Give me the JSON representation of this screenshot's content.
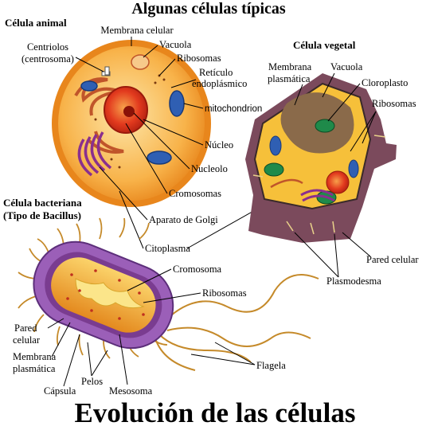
{
  "title": "Algunas células típicas",
  "bottom_title": "Evolución de las células",
  "animal": {
    "heading": "Célula animal",
    "centriolos": [
      "Centriolos",
      "(centrosoma)"
    ],
    "membrana": "Membrana celular",
    "vacuola": "Vacuola",
    "ribosomas": "Ribosomas",
    "reticulo": [
      "Retículo",
      "endoplásmico"
    ],
    "mitochondrion": "mitochondrion",
    "nucleo": "Núcleo",
    "nucleolo": "Nucleolo",
    "cromosomas": "Cromosomas",
    "golgi": "Aparato de Golgi",
    "citoplasma": "Citoplasma"
  },
  "vegetal": {
    "heading": "Célula vegetal",
    "membrana": [
      "Membrana",
      "plasmática"
    ],
    "vacuola": "Vacuola",
    "cloroplasto": "Cloroplasto",
    "ribosomas": "Ribosomas",
    "pared": "Pared celular",
    "plasmodesma": "Plasmodesma"
  },
  "bacteria": {
    "heading": [
      "Célula bacteriana",
      "(Tipo de Bacillus)"
    ],
    "cromosoma": "Cromosoma",
    "ribosomas": "Ribosomas",
    "pared": [
      "Pared",
      "celular"
    ],
    "membrana": [
      "Membrana",
      "plasmática"
    ],
    "pelos": "Pelos",
    "capsula": "Cápsula",
    "mesosoma": "Mesosoma",
    "flagela": "Flagela"
  },
  "colors": {
    "animal_outer": "#f39a2b",
    "animal_inner": "#fbc46a",
    "nucleus": "#e23a1e",
    "plant_wall": "#7b4a5c",
    "plant_cyto": "#f6c03a",
    "chloroplast": "#1f8a4a",
    "mito": "#2f5fb3",
    "golgi": "#8a2f8e",
    "bact_capsule": "#9b5fb8",
    "bact_inner": "#f2a735",
    "flagella": "#c58a2a"
  }
}
